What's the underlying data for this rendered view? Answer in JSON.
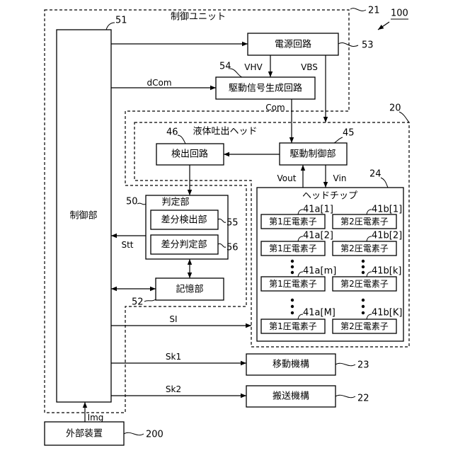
{
  "diagram": {
    "ref_system": "100",
    "control_unit": {
      "label": "制御ユニット",
      "ref": "21"
    },
    "controller": {
      "label": "制御部",
      "ref": "51"
    },
    "power_circuit": {
      "label": "電源回路",
      "ref": "53"
    },
    "drive_signal_generator": {
      "label": "駆動信号生成回路",
      "ref": "54"
    },
    "liquid_head": {
      "label": "液体吐出ヘッド",
      "ref": "20"
    },
    "detection_circuit": {
      "label": "検出回路",
      "ref": "46"
    },
    "drive_controller": {
      "label": "駆動制御部",
      "ref": "45"
    },
    "head_chip": {
      "label": "ヘッドチップ",
      "ref": "24",
      "rows": [
        {
          "ref_a": "41a[1]",
          "ref_b": "41b[1]",
          "label_a": "第1圧電素子",
          "label_b": "第2圧電素子"
        },
        {
          "ref_a": "41a[2]",
          "ref_b": "41b[2]",
          "label_a": "第1圧電素子",
          "label_b": "第2圧電素子"
        },
        {
          "ref_a": "41a[m]",
          "ref_b": "41b[k]",
          "label_a": "第1圧電素子",
          "label_b": "第2圧電素子"
        },
        {
          "ref_a": "41a[M]",
          "ref_b": "41b[K]",
          "label_a": "第1圧電素子",
          "label_b": "第2圧電素子"
        }
      ]
    },
    "judgement": {
      "label": "判定部",
      "ref": "50"
    },
    "diff_detector": {
      "label": "差分検出部",
      "ref": "55"
    },
    "diff_judger": {
      "label": "差分判定部",
      "ref": "56"
    },
    "memory": {
      "label": "記憶部",
      "ref": "52"
    },
    "moving_mechanism": {
      "label": "移動機構",
      "ref": "23"
    },
    "transport_mechanism": {
      "label": "搬送機構",
      "ref": "22"
    },
    "external_device": {
      "label": "外部装置",
      "ref": "200"
    },
    "signals": {
      "vhv": "VHV",
      "vbs": "VBS",
      "dcom": "dCom",
      "com": "Com",
      "vout": "Vout",
      "vin": "Vin",
      "stt": "Stt",
      "si": "SI",
      "sk1": "Sk1",
      "sk2": "Sk2",
      "img": "Img"
    }
  }
}
